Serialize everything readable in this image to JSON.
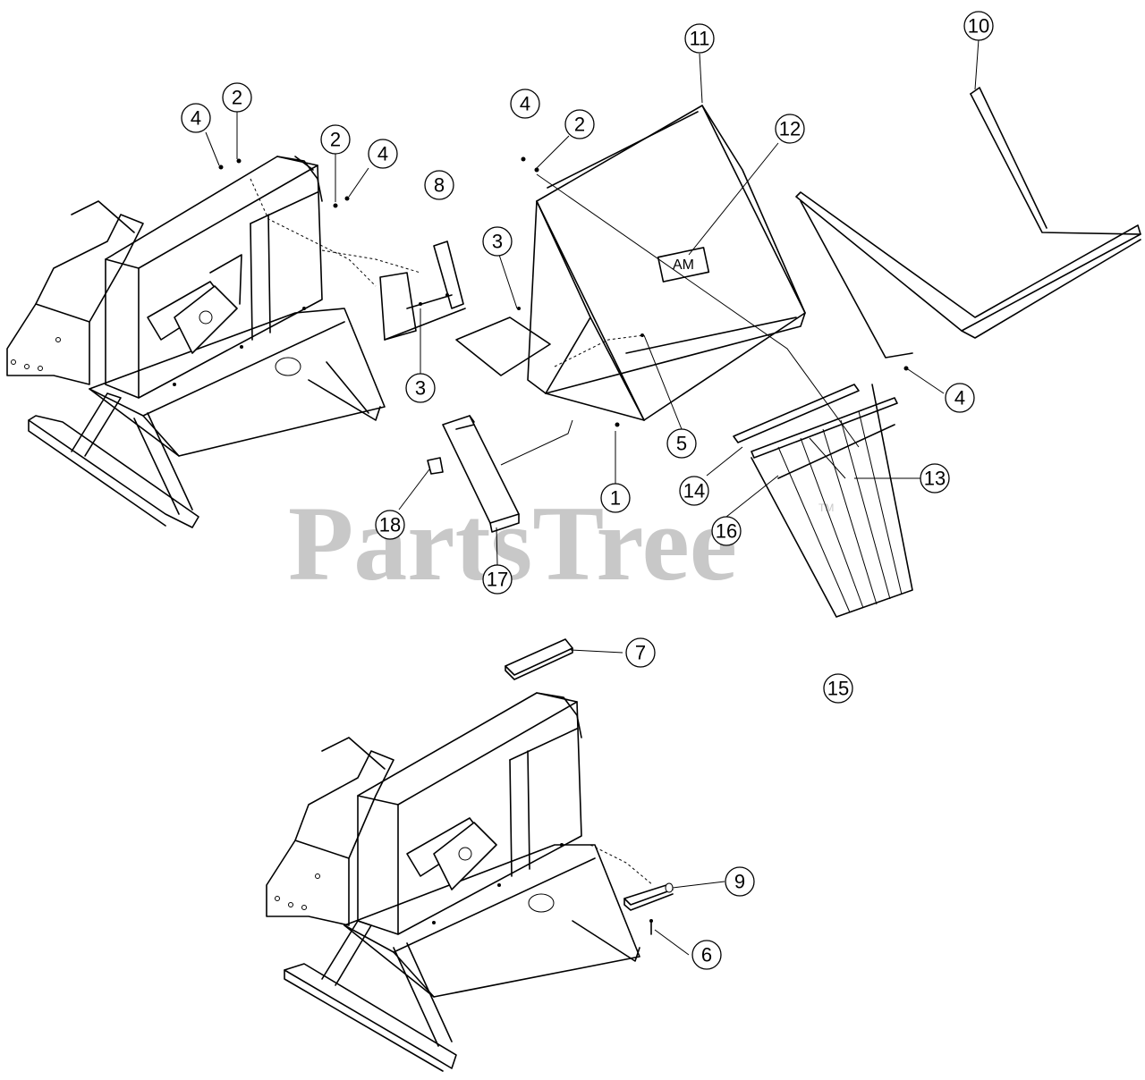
{
  "watermark": {
    "text": "PartsTree",
    "trademark": "TM"
  },
  "callouts": [
    {
      "id": "c1",
      "label": "1"
    },
    {
      "id": "c2a",
      "label": "2"
    },
    {
      "id": "c2b",
      "label": "2"
    },
    {
      "id": "c2c",
      "label": "2"
    },
    {
      "id": "c3a",
      "label": "3"
    },
    {
      "id": "c3b",
      "label": "3"
    },
    {
      "id": "c4a",
      "label": "4"
    },
    {
      "id": "c4b",
      "label": "4"
    },
    {
      "id": "c4c",
      "label": "4"
    },
    {
      "id": "c4d",
      "label": "4"
    },
    {
      "id": "c5",
      "label": "5"
    },
    {
      "id": "c6",
      "label": "6"
    },
    {
      "id": "c7",
      "label": "7"
    },
    {
      "id": "c8",
      "label": "8"
    },
    {
      "id": "c9",
      "label": "9"
    },
    {
      "id": "c10",
      "label": "10"
    },
    {
      "id": "c11",
      "label": "11"
    },
    {
      "id": "c12",
      "label": "12"
    },
    {
      "id": "c13",
      "label": "13"
    },
    {
      "id": "c14",
      "label": "14"
    },
    {
      "id": "c15",
      "label": "15"
    },
    {
      "id": "c16",
      "label": "16"
    },
    {
      "id": "c17",
      "label": "17"
    },
    {
      "id": "c18",
      "label": "18"
    }
  ],
  "decal_text": "AM"
}
